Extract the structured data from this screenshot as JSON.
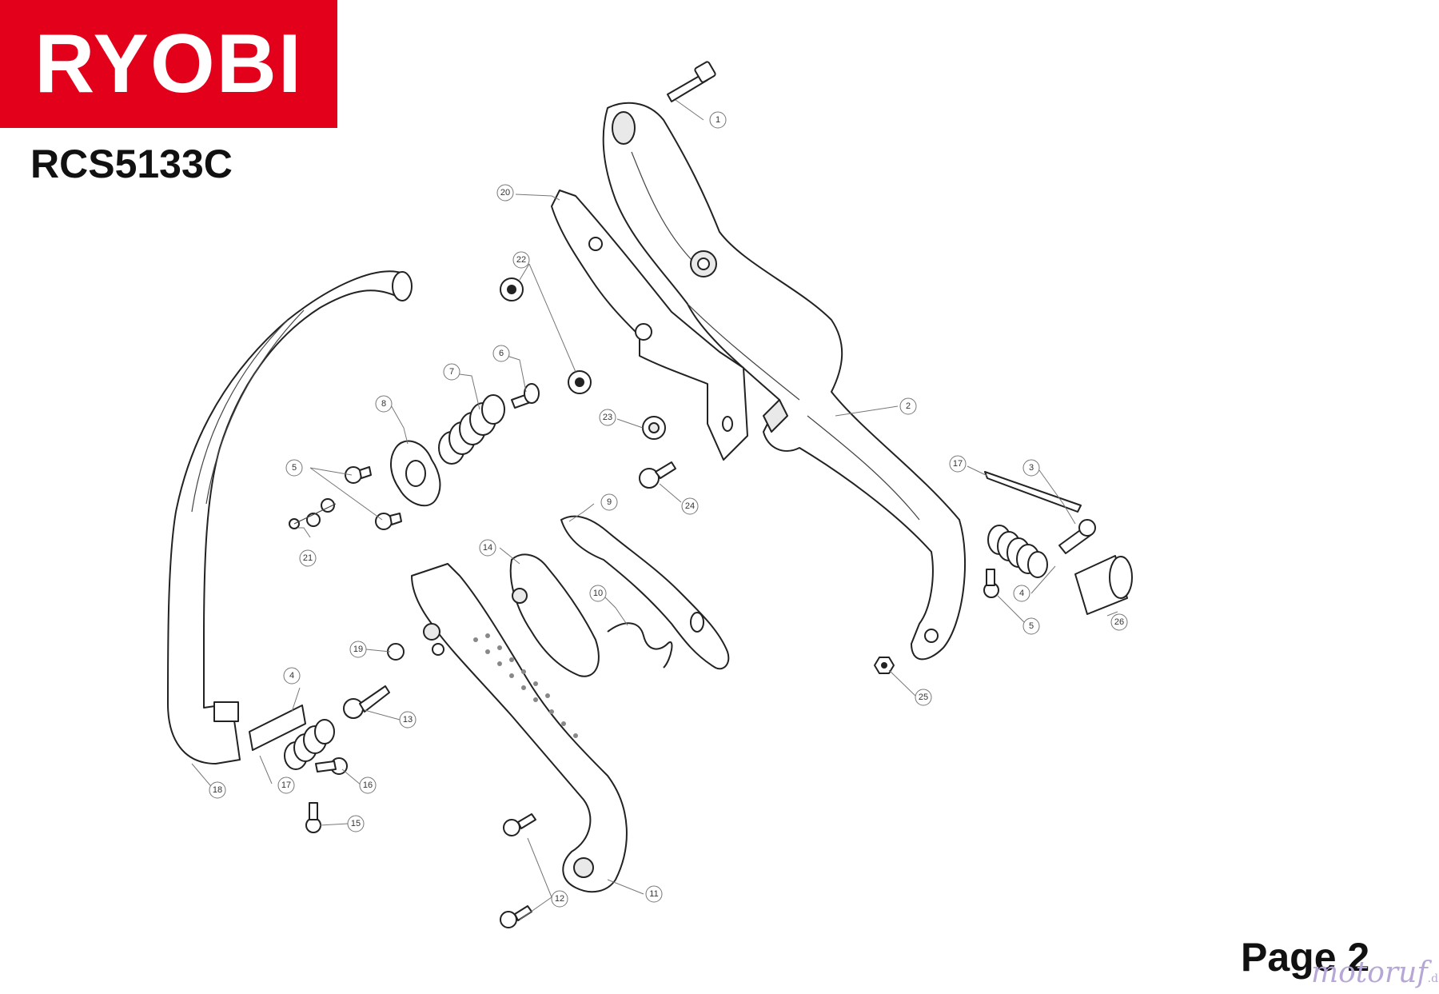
{
  "brand": {
    "logo_text": "RYOBI",
    "color": "#e2001a"
  },
  "model": "RCS5133C",
  "page_label": "Page 2",
  "watermark": {
    "text": "motoruf",
    "suffix": ".de"
  },
  "callouts": [
    "1",
    "2",
    "3",
    "4",
    "4",
    "5",
    "5",
    "6",
    "7",
    "8",
    "9",
    "10",
    "11",
    "12",
    "13",
    "14",
    "15",
    "16",
    "17",
    "17",
    "18",
    "19",
    "20",
    "21",
    "22",
    "23",
    "24",
    "25",
    "26"
  ]
}
